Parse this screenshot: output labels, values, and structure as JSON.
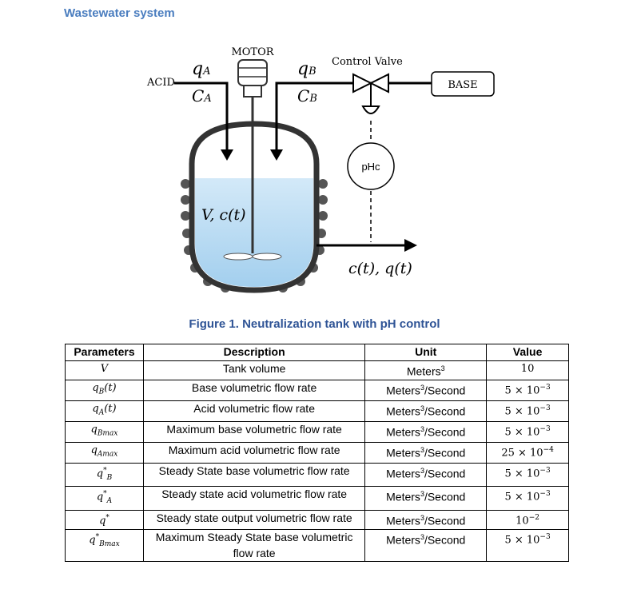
{
  "header": {
    "title": "Wastewater system"
  },
  "figure": {
    "labels": {
      "motor": "MOTOR",
      "acid": "ACID",
      "qA": "q",
      "qA_sub": "A",
      "cA": "C",
      "cA_sub": "A",
      "qB": "q",
      "qB_sub": "B",
      "cB": "C",
      "cB_sub": "B",
      "control_valve": "Control Valve",
      "base": "BASE",
      "phc": "pHc",
      "volume": "V, c(t)",
      "output": "c(t), q(t)"
    },
    "caption": "Figure 1. Neutralization tank with pH control",
    "colors": {
      "caption": "#2f5496",
      "title": "#4a7dbf",
      "liquid_top": "#cfe6f7",
      "liquid_bottom": "#9fcbea"
    }
  },
  "table": {
    "headers": [
      "Parameters",
      "Description",
      "Unit",
      "Value"
    ],
    "rows": [
      {
        "param": "V",
        "desc": "Tank volume",
        "unit": "Meters",
        "unit_exp": "3",
        "value": "10",
        "value_exp": ""
      },
      {
        "param": "q",
        "param_sub": "B",
        "param_suffix": "(t)",
        "desc": "Base volumetric flow rate",
        "unit": "Meters",
        "unit_exp": "3",
        "unit_suffix": "/Second",
        "value": "5 × 10",
        "value_exp": "−3"
      },
      {
        "param": "q",
        "param_sub": "A",
        "param_suffix": "(t)",
        "desc": "Acid volumetric flow rate",
        "unit": "Meters",
        "unit_exp": "3",
        "unit_suffix": "/Second",
        "value": "5 × 10",
        "value_exp": "−3"
      },
      {
        "param": "q",
        "param_sub": "Bmax",
        "desc": "Maximum base volumetric flow rate",
        "unit": "Meters",
        "unit_exp": "3",
        "unit_suffix": "/Second",
        "value": "5 × 10",
        "value_exp": "−3"
      },
      {
        "param": "q",
        "param_sub": "Amax",
        "desc": "Maximum acid volumetric flow rate",
        "unit": "Meters",
        "unit_exp": "3",
        "unit_suffix": "/Second",
        "value": "25 × 10",
        "value_exp": "−4"
      },
      {
        "param": "q",
        "param_sub": "B",
        "param_star": "*",
        "desc": "Steady State base volumetric flow rate",
        "unit": "Meters",
        "unit_exp": "3",
        "unit_suffix": "/Second",
        "value": "5 × 10",
        "value_exp": "−3"
      },
      {
        "param": "q",
        "param_sub": "A",
        "param_star": "*",
        "desc": "Steady state acid volumetric flow rate",
        "unit": "Meters",
        "unit_exp": "3",
        "unit_suffix": "/Second",
        "value": "5 × 10",
        "value_exp": "−3"
      },
      {
        "param": "q",
        "param_star": "*",
        "desc": "Steady state output volumetric flow rate",
        "unit": "Meters",
        "unit_exp": "3",
        "unit_suffix": "/Second",
        "value": "10",
        "value_exp": "−2"
      },
      {
        "param": "q",
        "param_sub": "Bmax",
        "param_star": "*",
        "desc": "Maximum Steady State base volumetric flow rate",
        "unit": "Meters",
        "unit_exp": "3",
        "unit_suffix": "/Second",
        "value": "5 × 10",
        "value_exp": "−3"
      }
    ]
  }
}
